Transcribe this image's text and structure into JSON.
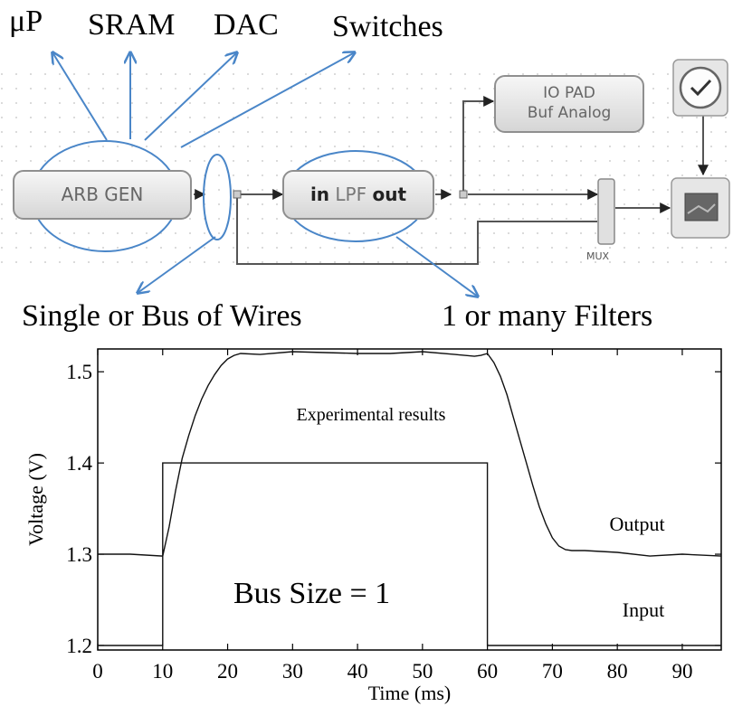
{
  "top_labels": {
    "up": "μP",
    "sram": "SRAM",
    "dac": "DAC",
    "switches": "Switches"
  },
  "blocks": {
    "arb_gen": "ARB GEN",
    "lpf_in": "in",
    "lpf_mid": "LPF",
    "lpf_out": "out",
    "io_pad_line1": "IO PAD",
    "io_pad_line2": "Buf Analog",
    "mux": "MUX"
  },
  "annotations": {
    "wires": "Single or Bus of Wires",
    "filters": "1 or many Filters"
  },
  "chart_data": {
    "type": "line",
    "xlabel": "Time (ms)",
    "ylabel": "Voltage (V)",
    "xlim": [
      0,
      96
    ],
    "ylim": [
      1.195,
      1.525
    ],
    "xticks": [
      0,
      10,
      20,
      30,
      40,
      50,
      60,
      70,
      80,
      90
    ],
    "yticks": [
      1.2,
      1.3,
      1.4,
      1.5
    ],
    "ytick_labels": [
      "1.2",
      "1.3",
      "1.4",
      "1.5"
    ],
    "annotations": {
      "experimental": "Experimental results",
      "output": "Output",
      "input": "Input",
      "bus_size": "Bus Size = 1"
    },
    "series": [
      {
        "name": "Output",
        "x": [
          0,
          5,
          10,
          11,
          12,
          13,
          14,
          15,
          16,
          17,
          18,
          19,
          20,
          21,
          22,
          25,
          30,
          35,
          40,
          45,
          50,
          55,
          58,
          59,
          60,
          61,
          62,
          63,
          64,
          65,
          66,
          67,
          68,
          69,
          70,
          71,
          72,
          73,
          75,
          80,
          85,
          90,
          96
        ],
        "y": [
          1.3,
          1.3,
          1.298,
          1.33,
          1.37,
          1.405,
          1.43,
          1.452,
          1.47,
          1.485,
          1.497,
          1.507,
          1.514,
          1.518,
          1.52,
          1.519,
          1.522,
          1.521,
          1.52,
          1.52,
          1.522,
          1.519,
          1.517,
          1.518,
          1.52,
          1.51,
          1.495,
          1.475,
          1.45,
          1.425,
          1.4,
          1.375,
          1.352,
          1.333,
          1.318,
          1.309,
          1.305,
          1.304,
          1.304,
          1.302,
          1.298,
          1.3,
          1.298
        ]
      },
      {
        "name": "Input",
        "x": [
          0,
          10,
          10,
          60,
          60,
          96
        ],
        "y": [
          1.2,
          1.2,
          1.4,
          1.4,
          1.2,
          1.2
        ]
      }
    ]
  }
}
